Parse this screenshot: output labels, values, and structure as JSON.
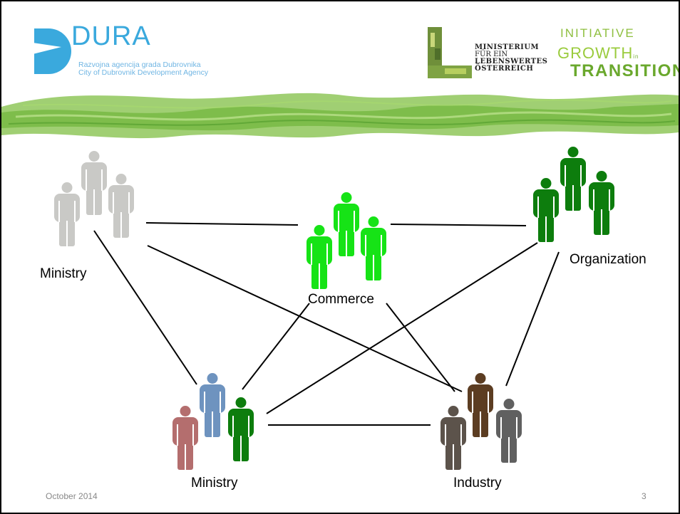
{
  "header": {
    "dura_name": "DURA",
    "dura_subtitle_hr": "Razvojna agencija grada Dubrovnika",
    "dura_subtitle_en": "City of Dubrovnik Development Agency",
    "ministry_logo_lines": [
      "MINISTERIUM",
      "FÜR EIN",
      "LEBENSWERTES",
      "ÖSTERREICH"
    ],
    "initiative_word": "INITIATIVE",
    "growth_word": "GROWTH",
    "growth_mark": "in",
    "transition_word": "TRANSITION"
  },
  "diagram": {
    "nodes": [
      {
        "label": "Ministry",
        "colors": [
          "#c9c9c6",
          "#c9c9c6",
          "#c9c9c6"
        ]
      },
      {
        "label": "Commerce",
        "colors": [
          "#16e316",
          "#16e316",
          "#16e316"
        ]
      },
      {
        "label": "Organization",
        "colors": [
          "#0d7d0d",
          "#0d7d0d",
          "#0d7d0d"
        ]
      },
      {
        "label": "Ministry",
        "colors": [
          "#b46e6e",
          "#6e93bf",
          "#0d7d0d"
        ]
      },
      {
        "label": "Industry",
        "colors": [
          "#5c534b",
          "#5c3d22",
          "#606060"
        ]
      }
    ],
    "connections": [
      [
        0,
        1
      ],
      [
        1,
        2
      ],
      [
        0,
        3
      ],
      [
        0,
        4
      ],
      [
        1,
        3
      ],
      [
        1,
        4
      ],
      [
        2,
        3
      ],
      [
        2,
        4
      ],
      [
        3,
        4
      ]
    ],
    "line_color": "#000000"
  },
  "footer": {
    "date": "October 2014",
    "page_number": "3"
  }
}
